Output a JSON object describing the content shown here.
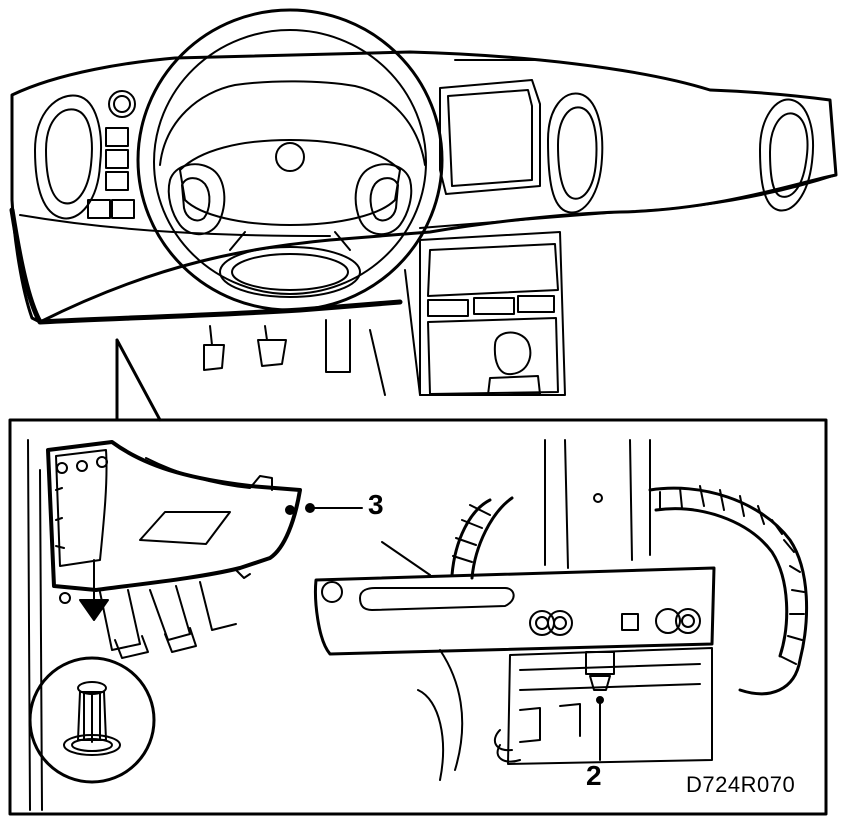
{
  "figure_code": "D724R070",
  "callouts": [
    {
      "id": "3",
      "text": "3"
    },
    {
      "id": "2",
      "text": "2"
    }
  ]
}
